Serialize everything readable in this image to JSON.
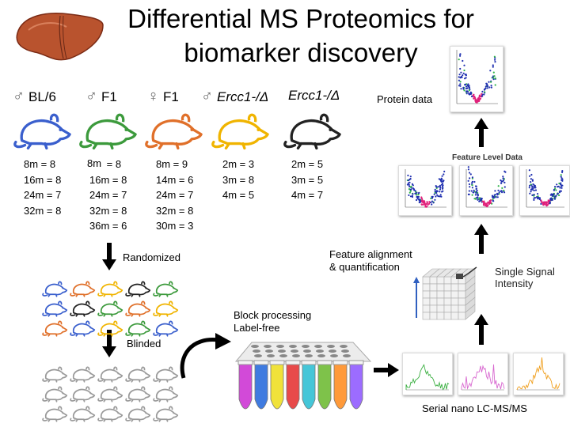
{
  "title": [
    "Differential MS Proteomics for",
    "biomarker discovery"
  ],
  "groups": [
    {
      "symbol": "♂",
      "name": "BL/6",
      "italic": false,
      "color": "#3a5fcd",
      "counts": [
        "8m = 8",
        "16m = 8",
        "24m = 7",
        "32m = 8"
      ]
    },
    {
      "symbol": "♂",
      "name": "F1",
      "italic": false,
      "color": "#3c9a3c",
      "counts": [
        "8m = 8",
        "16m = 8",
        "24m = 7",
        "32m = 8",
        "36m = 6"
      ]
    },
    {
      "symbol": "♀",
      "name": "F1",
      "italic": false,
      "color": "#e0702a",
      "counts": [
        "8m = 9",
        "14m = 6",
        "24m = 7",
        "32m = 8",
        "30m = 3"
      ]
    },
    {
      "symbol": "♂",
      "name": "Ercc1-/Δ",
      "italic": true,
      "color": "#f0b400",
      "counts": [
        "2m = 3",
        "3m = 8",
        "4m = 5"
      ]
    },
    {
      "symbol": "",
      "name": "Ercc1-/Δ",
      "italic": true,
      "color": "#222222",
      "counts": [
        "2m = 5",
        "3m = 5",
        "4m = 7"
      ]
    }
  ],
  "overlay_label": "8m",
  "labels": {
    "protein_data": "Protein data",
    "feature_level": "Feature Level Data",
    "feature_alignment": [
      "Feature alignment",
      "& quantification"
    ],
    "randomized": "Randomized",
    "blinded": "Blinded",
    "block_processing": [
      "Block processing",
      "Label-free"
    ],
    "single_signal": [
      "Single Signal",
      "Intensity"
    ],
    "serial": "Serial nano LC-MS/MS"
  },
  "randomized_colors": [
    "#3a5fcd",
    "#e0702a",
    "#f0b400",
    "#222222",
    "#3c9a3c",
    "#3a5fcd",
    "#222222",
    "#3c9a3c",
    "#e0702a",
    "#f0b400",
    "#e0702a",
    "#3a5fcd",
    "#f0b400",
    "#3c9a3c",
    "#3a5fcd"
  ],
  "blinded_color": "#9a9a9a",
  "tube_colors": [
    "#d24ad8",
    "#3f7be0",
    "#f0e23a",
    "#e84a4a",
    "#45c6d8",
    "#7ec24a",
    "#ff9a3a",
    "#9c6cff"
  ],
  "chromatogram_colors": [
    "#3cb043",
    "#d868d0",
    "#f0a020"
  ],
  "icons": [
    "liver-icon",
    "mouse-icon",
    "volcano-plot-icon",
    "chromatogram-icon",
    "tube-rack-icon",
    "cube-icon"
  ]
}
